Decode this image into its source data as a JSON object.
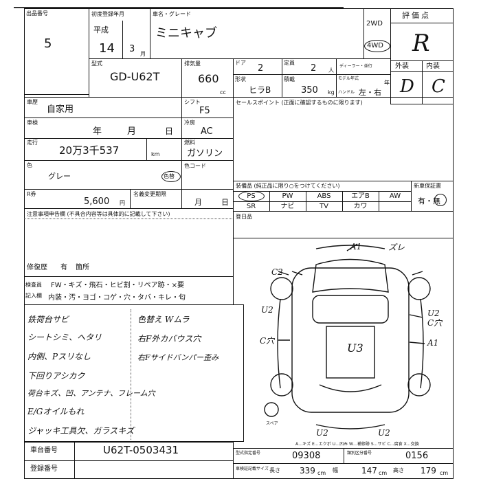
{
  "header": {
    "lot_label": "出品番号",
    "lot_value": "5"
  },
  "registration": {
    "label": "初度登録年月",
    "era": "平成",
    "year": "14",
    "month": "3",
    "month_unit": "月"
  },
  "car": {
    "name_label": "車名・グレード",
    "name": "ミニキャブ",
    "model_label": "型式",
    "model": "GD-U62T",
    "displacement_label": "排気量",
    "displacement": "660",
    "displacement_unit": "cc",
    "doors_label": "ドア",
    "doors": "2",
    "capacity_label": "定員",
    "capacity": "2",
    "capacity_unit": "人",
    "shape_label": "形状",
    "shape": "ヒラB",
    "load_label": "積載",
    "load": "350",
    "load_unit": "kg",
    "dealer_label": "ディーラー・並行",
    "model_year_label": "モデル年式",
    "model_year_unit": "年",
    "handle_label": "ハンドル",
    "handle": "左・右",
    "drive_2wd": "2WD",
    "drive_4wd": "4WD"
  },
  "grade": {
    "label": "評価点",
    "value": "R",
    "ext_label": "外装",
    "int_label": "内装",
    "exterior": "D",
    "interior": "C"
  },
  "details": {
    "use_label": "車歴",
    "use": "自家用",
    "inspection_label": "車検",
    "inspection_year": "年",
    "inspection_month": "月",
    "inspection_day": "日",
    "mileage_label": "走行",
    "mileage": "20万3千537",
    "mileage_unit": "km",
    "color_label": "色",
    "color": "グレー",
    "color_change": "色替",
    "recycle_label": "R券",
    "recycle": "5,600",
    "recycle_unit": "円",
    "meigi_label": "名義変更期限",
    "meigi_month": "月",
    "meigi_day": "日",
    "shift_label": "シフト",
    "shift": "F5",
    "ac_label": "冷房",
    "ac": "AC",
    "fuel_label": "燃料",
    "fuel": "ガソリン",
    "color_code_label": "色コード",
    "sales_label": "セールスポイント (正面に確認するものに限ります)",
    "notes_label": "注意事項申告欄 (不具合内容等は具体的に記載して下さい)",
    "repair_label": "修復歴",
    "repair_value": "有",
    "repair_parts": "箇所"
  },
  "equipment": {
    "label": "装備品 (純正品に限り○をつけてください)",
    "row1": [
      "PS",
      "PW",
      "ABS",
      "エアB",
      "AW"
    ],
    "row2": [
      "SR",
      "ナビ",
      "TV",
      "カワ",
      ""
    ],
    "warranty_label": "新車保証書",
    "warranty_value": "有・無"
  },
  "registration_day_label": "登日品",
  "inspector": {
    "label1": "検査員",
    "label2": "記入欄",
    "line1": "FW・キズ・飛石・ヒビ割・リペア跡・×要",
    "line2": "内装・汚・ヨゴ・コゲ・穴・タバ・キレ・匂"
  },
  "handwritten_notes": {
    "left": [
      "鉄荷台サビ",
      "シートシミ、ヘタリ",
      "内側、Pスリなし",
      "下回りアシカク",
      "荷台キズ、凹、アンテナ、フレーム穴",
      "E/Gオイルもれ",
      "ジャッキ工具欠、ガラスキズ"
    ],
    "right": [
      "色替え Wムラ",
      "右F外カバウス穴",
      "右Fサイドバンパー歪み"
    ]
  },
  "diagram": {
    "labels": [
      "A1",
      "ズレ",
      "C2",
      "U2",
      "C穴",
      "U3",
      "A1",
      "U2",
      "U2",
      "U2",
      "C穴"
    ],
    "spare": "スペア",
    "legend": "A…キズ  E…エクボ  U…凹み  W…補修跡  S…サビ  C…腐食  X…交換"
  },
  "footer": {
    "chassis_label": "車台番号",
    "chassis": "U62T-0503431",
    "regno_label": "登録番号",
    "type_no_label": "型式指定番号",
    "type_no": "09308",
    "class_no_label": "類別区分番号",
    "class_no": "0156",
    "length_label": "長さ",
    "length": "339",
    "width_label": "幅",
    "width": "147",
    "height_label": "高さ",
    "height": "179",
    "size_label": "車検証記載サイズ",
    "dim_unit": "cm"
  }
}
